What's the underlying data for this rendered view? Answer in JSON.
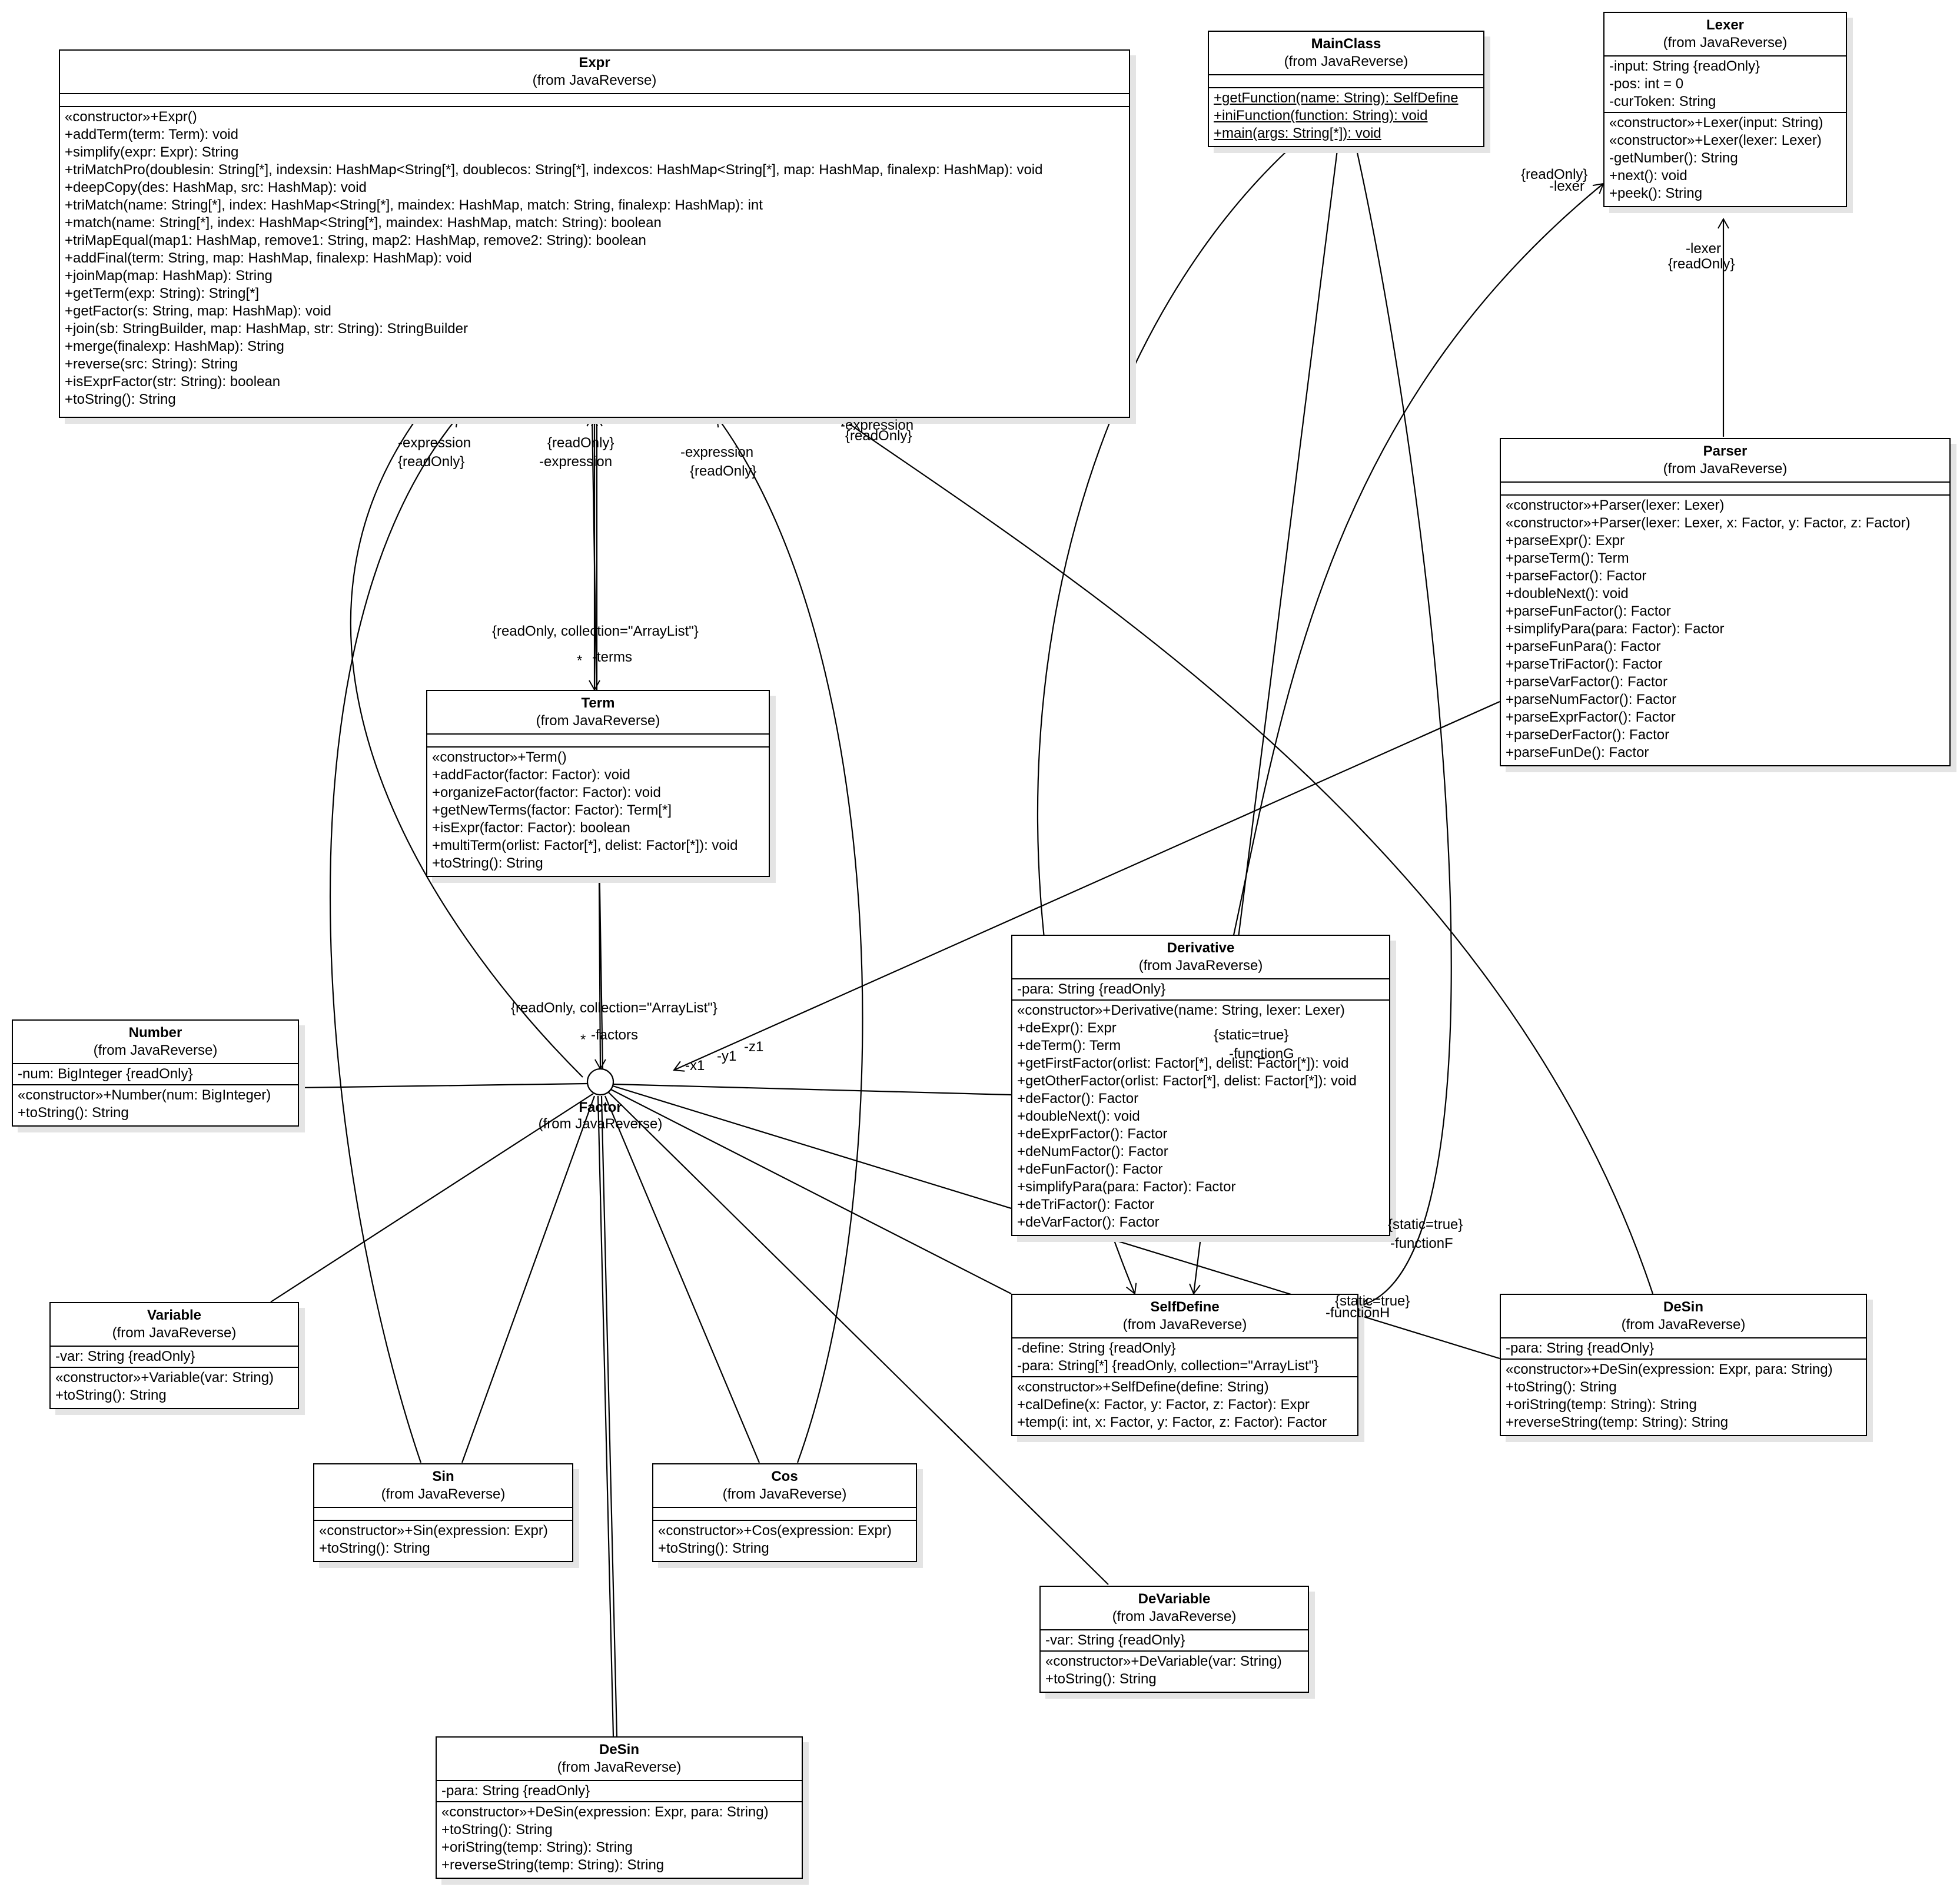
{
  "classes": {
    "expr": {
      "name": "Expr",
      "package": "(from JavaReverse)",
      "attributes": [],
      "operations": [
        "«constructor»+Expr()",
        "+addTerm(term: Term): void",
        "+simplify(expr: Expr): String",
        "+triMatchPro(doublesin: String[*], indexsin: HashMap<String[*], doublecos: String[*], indexcos: HashMap<String[*], map: HashMap, finalexp: HashMap): void",
        "+deepCopy(des: HashMap, src: HashMap): void",
        "+triMatch(name: String[*], index: HashMap<String[*], maindex: HashMap, match: String, finalexp: HashMap): int",
        "+match(name: String[*], index: HashMap<String[*], maindex: HashMap, match: String): boolean",
        "+triMapEqual(map1: HashMap, remove1: String, map2: HashMap, remove2: String): boolean",
        "+addFinal(term: String, map: HashMap, finalexp: HashMap): void",
        "+joinMap(map: HashMap): String",
        "+getTerm(exp: String): String[*]",
        "+getFactor(s: String, map: HashMap): void",
        "+join(sb: StringBuilder, map: HashMap, str: String): StringBuilder",
        "+merge(finalexp: HashMap): String",
        "+reverse(src: String): String",
        "+isExprFactor(str: String): boolean",
        "+toString(): String"
      ]
    },
    "mainclass": {
      "name": "MainClass",
      "package": "(from JavaReverse)",
      "attributes": [],
      "operations": [
        "+getFunction(name: String): SelfDefine",
        "+iniFunction(function: String): void",
        "+main(args: String[*]): void"
      ]
    },
    "lexer": {
      "name": "Lexer",
      "package": "(from JavaReverse)",
      "attributes": [
        "-input: String {readOnly}",
        "-pos: int = 0",
        "-curToken: String"
      ],
      "operations": [
        "«constructor»+Lexer(input: String)",
        "«constructor»+Lexer(lexer: Lexer)",
        "-getNumber(): String",
        "+next(): void",
        "+peek(): String"
      ]
    },
    "parser": {
      "name": "Parser",
      "package": "(from JavaReverse)",
      "attributes": [],
      "operations": [
        "«constructor»+Parser(lexer: Lexer)",
        "«constructor»+Parser(lexer: Lexer, x: Factor, y: Factor, z: Factor)",
        "+parseExpr(): Expr",
        "+parseTerm(): Term",
        "+parseFactor(): Factor",
        "+doubleNext(): void",
        "+parseFunFactor(): Factor",
        "+simplifyPara(para: Factor): Factor",
        "+parseFunPara(): Factor",
        "+parseTriFactor(): Factor",
        "+parseVarFactor(): Factor",
        "+parseNumFactor(): Factor",
        "+parseExprFactor(): Factor",
        "+parseDerFactor(): Factor",
        "+parseFunDe(): Factor"
      ]
    },
    "term": {
      "name": "Term",
      "package": "(from JavaReverse)",
      "attributes": [],
      "operations": [
        "«constructor»+Term()",
        "+addFactor(factor: Factor): void",
        "+organizeFactor(factor: Factor): void",
        "+getNewTerms(factor: Factor): Term[*]",
        "+isExpr(factor: Factor): boolean",
        "+multiTerm(orlist: Factor[*], delist: Factor[*]): void",
        "+toString(): String"
      ]
    },
    "derivative": {
      "name": "Derivative",
      "package": "(from JavaReverse)",
      "attributes": [
        "-para: String {readOnly}"
      ],
      "operations": [
        "«constructor»+Derivative(name: String, lexer: Lexer)",
        "+deExpr(): Expr",
        "+deTerm(): Term",
        "+getFirstFactor(orlist: Factor[*], delist: Factor[*]): void",
        "+getOtherFactor(orlist: Factor[*], delist: Factor[*]): void",
        "+deFactor(): Factor",
        "+doubleNext(): void",
        "+deExprFactor(): Factor",
        "+deNumFactor(): Factor",
        "+deFunFactor(): Factor",
        "+simplifyPara(para: Factor): Factor",
        "+deTriFactor(): Factor",
        "+deVarFactor(): Factor"
      ]
    },
    "number": {
      "name": "Number",
      "package": "(from JavaReverse)",
      "attributes": [
        "-num: BigInteger {readOnly}"
      ],
      "operations": [
        "«constructor»+Number(num: BigInteger)",
        "+toString(): String"
      ]
    },
    "variable": {
      "name": "Variable",
      "package": "(from JavaReverse)",
      "attributes": [
        "-var: String {readOnly}"
      ],
      "operations": [
        "«constructor»+Variable(var: String)",
        "+toString(): String"
      ]
    },
    "sin": {
      "name": "Sin",
      "package": "(from JavaReverse)",
      "attributes": [],
      "operations": [
        "«constructor»+Sin(expression: Expr)",
        "+toString(): String"
      ]
    },
    "cos": {
      "name": "Cos",
      "package": "(from JavaReverse)",
      "attributes": [],
      "operations": [
        "«constructor»+Cos(expression: Expr)",
        "+toString(): String"
      ]
    },
    "selfdefine": {
      "name": "SelfDefine",
      "package": "(from JavaReverse)",
      "attributes": [
        "-define: String {readOnly}",
        "-para: String[*] {readOnly, collection=\"ArrayList\"}"
      ],
      "operations": [
        "«constructor»+SelfDefine(define: String)",
        "+calDefine(x: Factor, y: Factor, z: Factor): Expr",
        "+temp(i: int, x: Factor, y: Factor, z: Factor): Factor"
      ]
    },
    "desin_right": {
      "name": "DeSin",
      "package": "(from JavaReverse)",
      "attributes": [
        "-para: String {readOnly}"
      ],
      "operations": [
        "«constructor»+DeSin(expression: Expr, para: String)",
        "+toString(): String",
        "+oriString(temp: String): String",
        "+reverseString(temp: String): String"
      ]
    },
    "devariable": {
      "name": "DeVariable",
      "package": "(from JavaReverse)",
      "attributes": [
        "-var: String {readOnly}"
      ],
      "operations": [
        "«constructor»+DeVariable(var: String)",
        "+toString(): String"
      ]
    },
    "desin_bottom": {
      "name": "DeSin",
      "package": "(from JavaReverse)",
      "attributes": [
        "-para: String {readOnly}"
      ],
      "operations": [
        "«constructor»+DeSin(expression: Expr, para: String)",
        "+toString(): String",
        "+oriString(temp: String): String",
        "+reverseString(temp: String): String"
      ]
    }
  },
  "factor_interface": {
    "name": "Factor",
    "package": "(from JavaReverse)"
  },
  "labels": {
    "expr_sin_role": "-expression",
    "expr_sin_readonly": "{readOnly}",
    "expr_term_readonly": "{readOnly}",
    "expr_term_role": "-expression",
    "expr_cos_role": "-expression",
    "expr_cos_readonly": "{readOnly}",
    "expr_desin_role": "-expression",
    "expr_desin_readonly": "{readOnly}",
    "terms_constraint": "{readOnly, collection=\"ArrayList\"}",
    "terms_mult": "*",
    "terms_role": "-terms",
    "factors_constraint": "{readOnly, collection=\"ArrayList\"}",
    "factors_mult": "*",
    "factors_role": "-factors",
    "parser_x1": "-x1",
    "parser_y1": "-y1",
    "parser_z1": "-z1",
    "deriv_lexer_readonly": "{readOnly}",
    "deriv_lexer_role": "-lexer",
    "parser_lexer_role": "-lexer",
    "parser_lexer_readonly": "{readOnly}",
    "functionG_static": "{static=true}",
    "functionG_role": "-functionG",
    "functionF_static": "{static=true}",
    "functionF_role": "-functionF",
    "functionH_static": "{static=true}",
    "functionH_role": "-functionH"
  }
}
